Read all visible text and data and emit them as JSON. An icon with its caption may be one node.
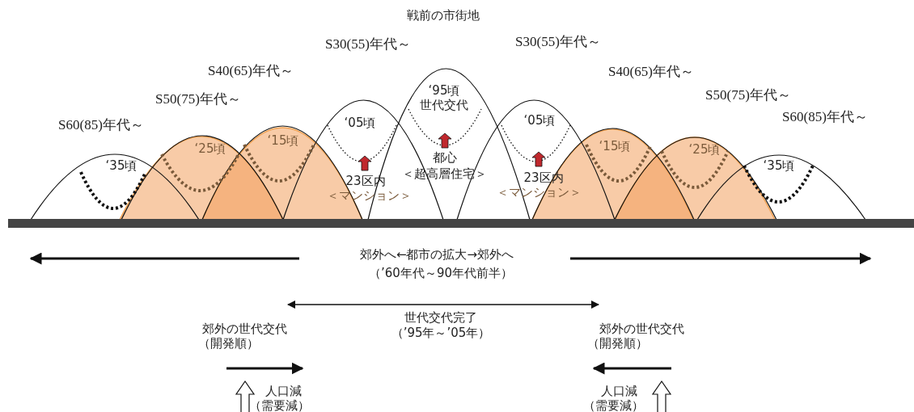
{
  "diagram": {
    "labels": [
      "戦前の市街地",
      "S30(55)年代～",
      "S30(55)年代～",
      "S40(65)年代～",
      "S40(65)年代～",
      "S50(75)年代～",
      "‘95頃",
      "S50(75)年代～",
      "世代交代",
      "S60(85)年代～",
      "‘05頃",
      "‘05頃",
      "S60(85)年代～",
      "‘25頃",
      "‘15頃",
      "‘15頃",
      "‘25頃",
      "‘35頃",
      "都心",
      "‘35頃",
      "＜超高層住宅＞",
      "23区内",
      "23区内",
      "＜マンション＞",
      "＜マンション＞",
      "郊外へ←都市の拡大→郊外へ",
      "（’60年代～90年代前半）",
      "世代交代完了",
      "郊外の世代交代",
      "（’95年～’05年）",
      "郊外の世代交代",
      "（開発順）",
      "（開発順）",
      "人口減",
      "人口減",
      "（需要減）",
      "（需要減）"
    ]
  }
}
